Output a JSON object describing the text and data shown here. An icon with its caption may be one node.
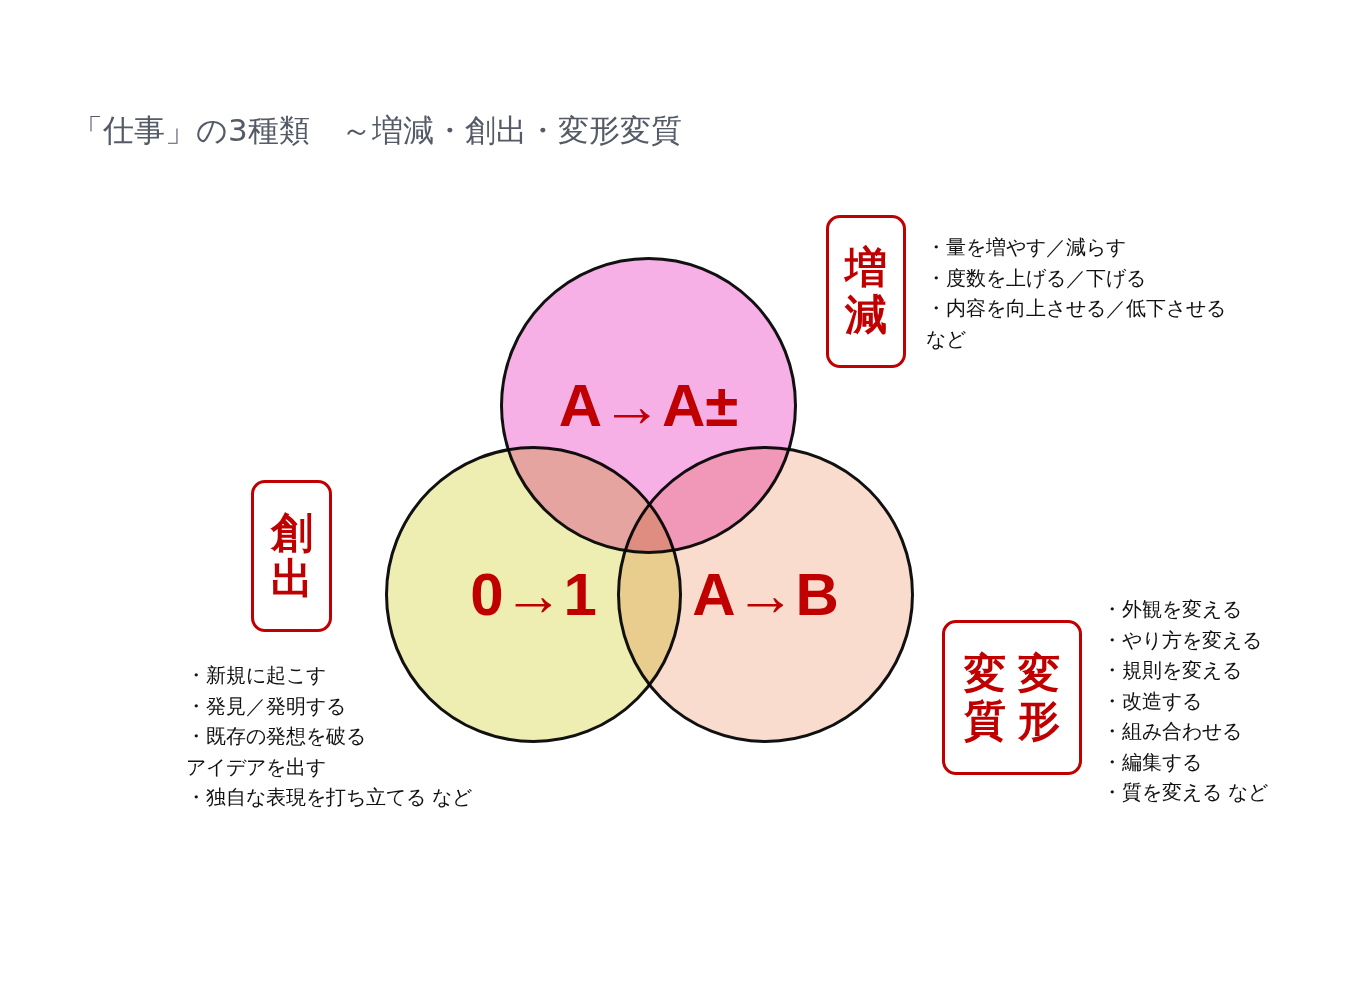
{
  "diagram": {
    "title": "「仕事」の3種類　～増減・創出・変形変質",
    "nodes": [
      {
        "text": [
          "A→A±"
        ]
      },
      {
        "text": [
          "0→1"
        ]
      },
      {
        "text": [
          "A→B"
        ]
      },
      {
        "text": [
          "増減"
        ],
        "beside": [
          "・量を増やす／減らす",
          "・度数を上げる／下げる",
          "・内容を向上させる／低下させるなど"
        ]
      },
      {
        "text": [
          "創出"
        ],
        "beside": [
          "・新規に起こす",
          "・発見／発明する",
          "・既存の発想を破るアイデアを出す",
          "・独自な表現を打ち立てる など"
        ]
      },
      {
        "text": [
          "変形変質"
        ],
        "beside": [
          "・外観を変える",
          "・やり方を変える",
          "・規則を変える",
          "・改造する",
          "・組み合わせる",
          "・編集する",
          "・質を変える など"
        ]
      }
    ]
  }
}
